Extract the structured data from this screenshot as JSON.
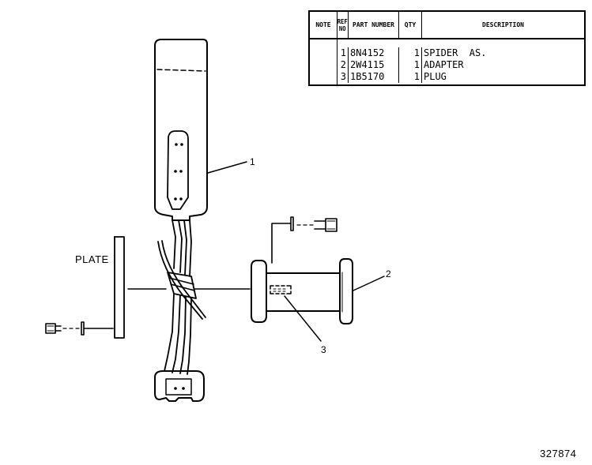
{
  "parts_table": {
    "headers": {
      "note": "NOTE",
      "ref_no": "REF NO",
      "part_number": "PART NUMBER",
      "qty": "QTY",
      "description": "DESCRIPTION"
    },
    "rows": [
      {
        "ref": "1",
        "part": "8N4152",
        "qty": "1",
        "desc": "SPIDER  AS."
      },
      {
        "ref": "2",
        "part": "2W4115",
        "qty": "1",
        "desc": "ADAPTER"
      },
      {
        "ref": "3",
        "part": "1B5170",
        "qty": "1",
        "desc": "PLUG"
      }
    ]
  },
  "drawing": {
    "callouts": [
      "1",
      "2",
      "3"
    ],
    "plate_label": "PLATE"
  },
  "figure_number": "327874"
}
